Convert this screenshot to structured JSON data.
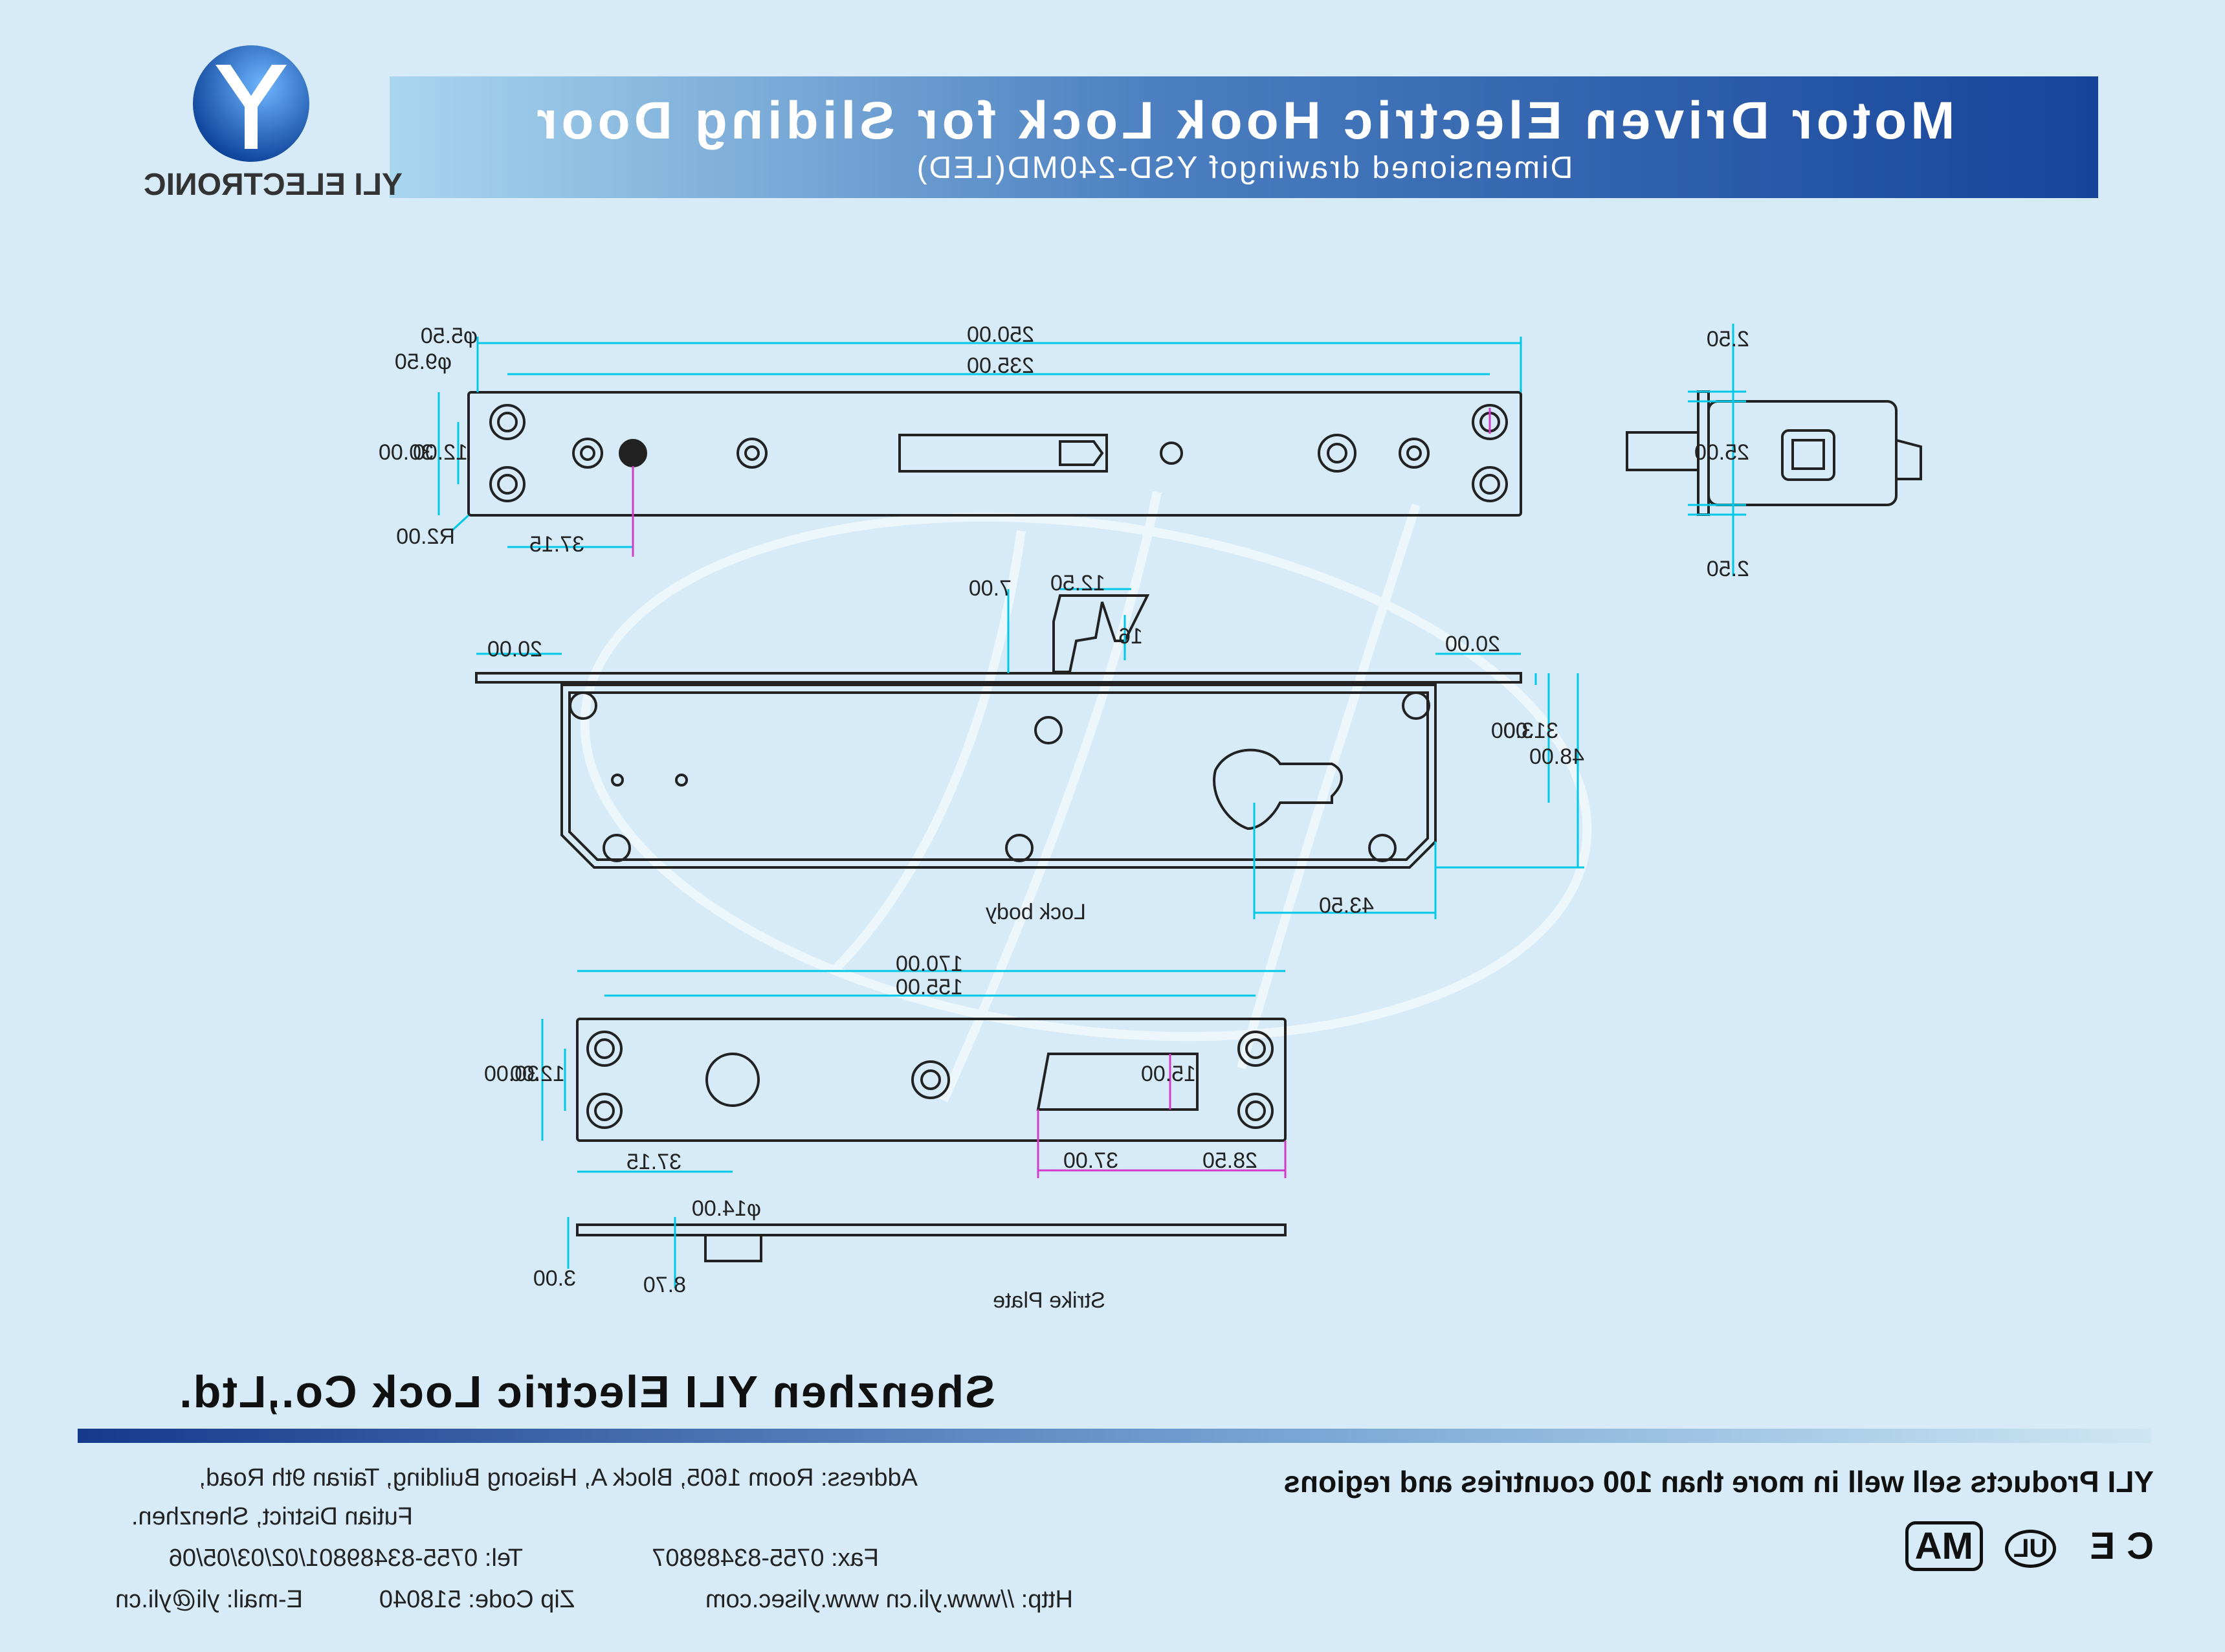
{
  "header": {
    "title": "Motor Driven Electric Hook Lock for Sliding Door",
    "subtitle": "Dimensioned drawingof YSD-240MD(LED)",
    "logo_letter": "Y",
    "brand": "YLI ELECTRONIC"
  },
  "drawing": {
    "side_view": {
      "dims": [
        "2.50",
        "25.00",
        "2.50"
      ]
    },
    "faceplate": {
      "dims": [
        "250.00",
        "235.00",
        "φ5.50",
        "φ9.50",
        "12.00",
        "30.00",
        "R2.00",
        "37.15"
      ]
    },
    "lock_body": {
      "label": "Lock body",
      "dims": [
        "12.50",
        "7.00",
        "16",
        "20.00",
        "20.00",
        "3.00",
        "31.00",
        "48.00",
        "43.50"
      ]
    },
    "strike_plate": {
      "label": "Strike Plate",
      "dims": [
        "170.00",
        "155.00",
        "15.00",
        "12.00",
        "30.00",
        "28.50",
        "37.00",
        "37.15",
        "φ14.00",
        "8.70",
        "3.00"
      ]
    }
  },
  "company": {
    "name": "Shenzhen YLI Electric Lock Co.,Ltd.",
    "slogan": "YLI Products sell well in more than 100 countries and regions",
    "address_line1": "Address: Room 1605, Block A, Haisong Building, Tairan 9th Road,",
    "address_line2": "Futian District, Shenzhen.",
    "tel": "Tel: 0755-83489801/02/03/05/06",
    "fax": "Fax: 0755-83489807",
    "email": "E-mail: yli@yli.cn",
    "zip": "Zip Code: 518040",
    "http": "Http: //www.yli.cn   www.ylisec.com",
    "certifications": [
      "CE",
      "UL",
      "MA"
    ]
  },
  "colors": {
    "background": "#d6ebf7",
    "banner_dark": "#16449a",
    "banner_light": "#a9d6ef",
    "dimension_cyan": "#00c8e6",
    "dimension_magenta": "#d23cc8",
    "outline": "#222222"
  }
}
